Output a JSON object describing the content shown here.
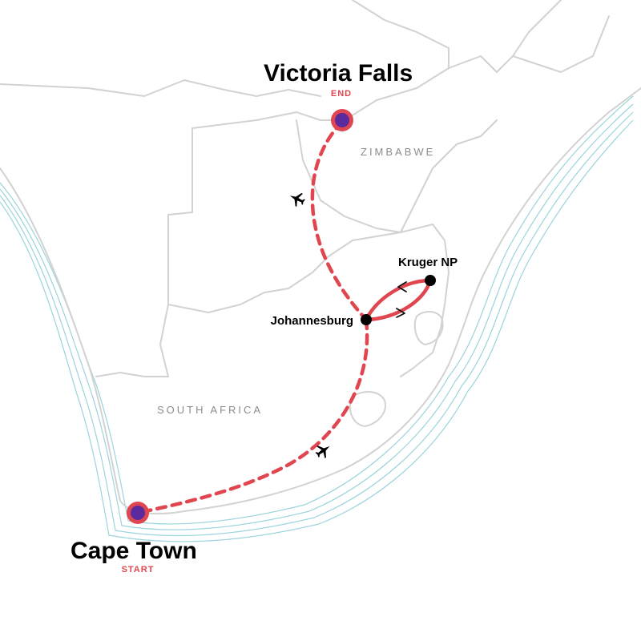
{
  "colors": {
    "route": "#e0464f",
    "marker_fill": "#5b2a9d",
    "border": "#d2d2d2",
    "coast_hatch": "#9ad4dc"
  },
  "countries": {
    "zimbabwe": "ZIMBABWE",
    "south_africa": "SOUTH AFRICA"
  },
  "places": {
    "victoria_falls": {
      "name": "Victoria Falls",
      "tag": "END"
    },
    "cape_town": {
      "name": "Cape Town",
      "tag": "START"
    },
    "kruger": {
      "name": "Kruger NP"
    },
    "johannesburg": {
      "name": "Johannesburg"
    }
  },
  "icons": [
    "plane-icon",
    "plane-icon",
    "direction-arrow-icon",
    "direction-arrow-icon"
  ]
}
